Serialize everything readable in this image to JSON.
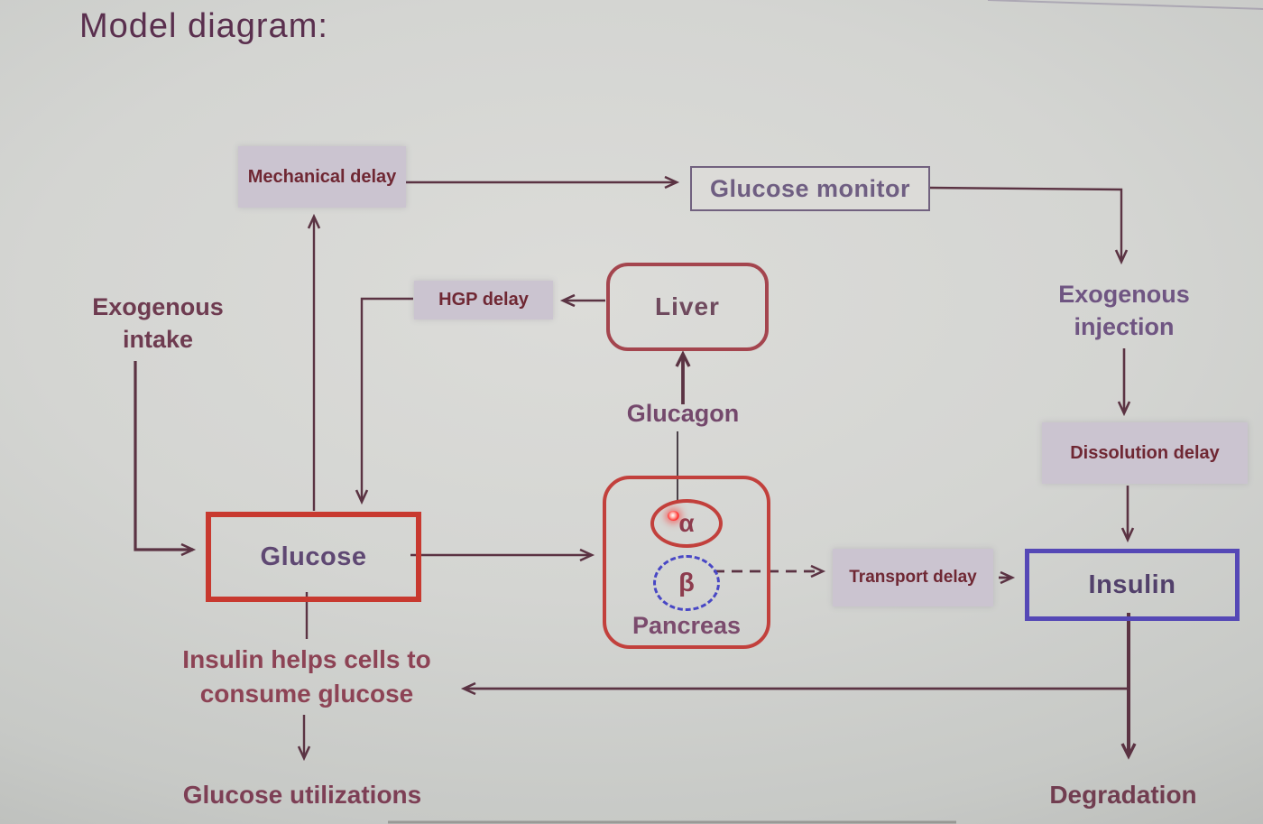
{
  "title": "Model diagram:",
  "nodes": {
    "mechanical_delay": "Mechanical delay",
    "glucose_monitor": "Glucose monitor",
    "exogenous_intake": "Exogenous intake",
    "hgp_delay": "HGP delay",
    "liver": "Liver",
    "glucagon": "Glucagon",
    "exogenous_injection": "Exogenous injection",
    "dissolution_delay": "Dissolution delay",
    "glucose": "Glucose",
    "pancreas": "Pancreas",
    "alpha_cell": "α",
    "beta_cell": "β",
    "transport_delay": "Transport delay",
    "insulin": "Insulin",
    "insulin_helps": "Insulin helps cells to consume glucose",
    "glucose_utilizations": "Glucose utilizations",
    "degradation": "Degradation"
  },
  "colors": {
    "background": "#cdcfcc",
    "title_text": "#5a2f4e",
    "delay_box_fill": "#cbc4d0",
    "delay_box_text": "#6f2733",
    "monitor_border": "#71617f",
    "monitor_text": "#6f5e82",
    "liver_border": "#a4454e",
    "glucose_border": "#c8392f",
    "pancreas_border": "#c2403c",
    "beta_dashed_border": "#4847c5",
    "insulin_border": "#5548b6",
    "node_text": "#5f4873",
    "maroon_label_text": "#7d3f55",
    "arrow": "#5b3343",
    "laser_dot": "#ff2a2a"
  }
}
